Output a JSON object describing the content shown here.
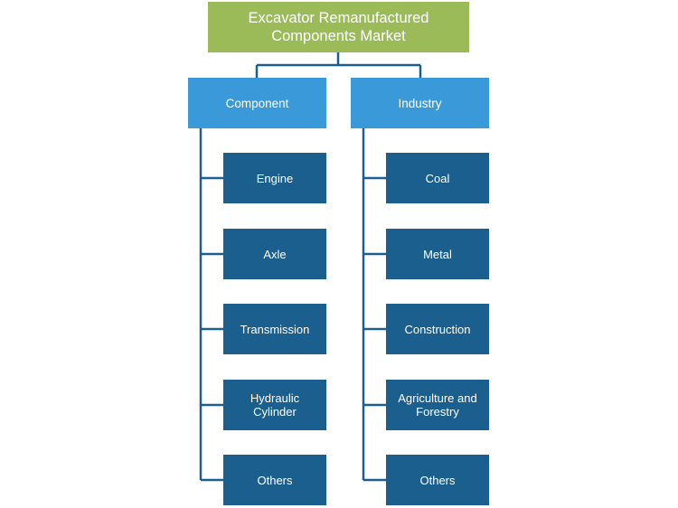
{
  "diagram": {
    "root": "Excavator Remanufactured Components Market",
    "branches": [
      {
        "label": "Component",
        "items": [
          "Engine",
          "Axle",
          "Transmission",
          "Hydraulic Cylinder",
          "Others"
        ]
      },
      {
        "label": "Industry",
        "items": [
          "Coal",
          "Metal",
          "Construction",
          "Agriculture and Forestry",
          "Others"
        ]
      }
    ]
  },
  "colors": {
    "root": "#9bbb59",
    "branch": "#3a9ad9",
    "leaf": "#1b5f8f",
    "connector": "#1b5f8f"
  }
}
